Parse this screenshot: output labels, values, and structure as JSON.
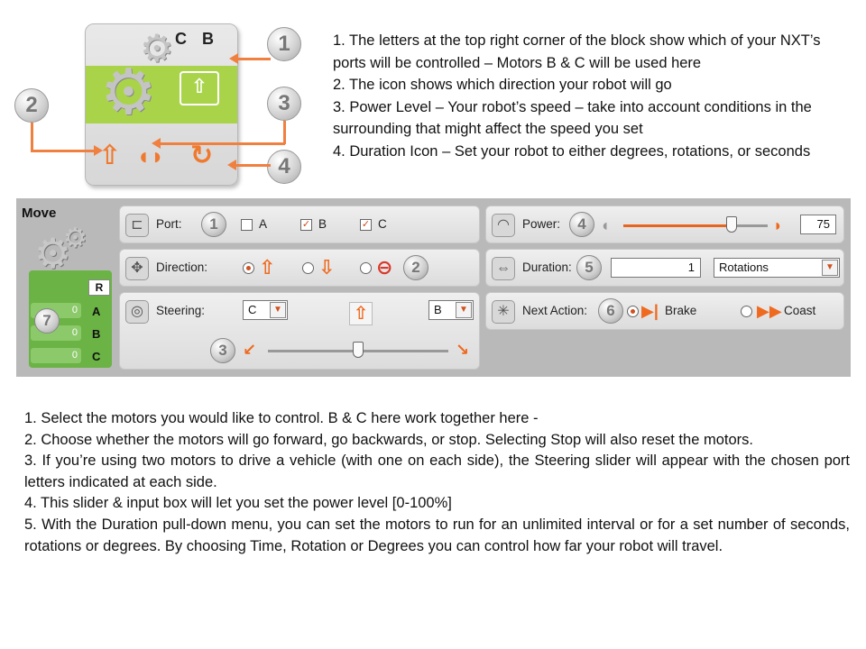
{
  "block": {
    "ports_letters": "C B",
    "callouts": [
      "1",
      "2",
      "3",
      "4"
    ]
  },
  "top_notes": [
    "1. The letters at the top right corner of the block show which of your NXT’s ports will be controlled – Motors B & C will be used here",
    "2. The icon shows which direction your robot will go",
    "3. Power Level – Your robot’s speed – take into account conditions in the surrounding that might affect the speed you set",
    "4. Duration Icon – Set your robot to either degrees, rotations, or seconds"
  ],
  "panel": {
    "title": "Move",
    "ports_label": "Port:",
    "port_options": [
      {
        "label": "A",
        "checked": false
      },
      {
        "label": "B",
        "checked": true
      },
      {
        "label": "C",
        "checked": true
      }
    ],
    "direction_label": "Direction:",
    "direction_selected": "forward",
    "steering_label": "Steering:",
    "steering_left": "C",
    "steering_right": "B",
    "steering_value": 0.5,
    "power_label": "Power:",
    "power_value": "75",
    "power_level": 0.75,
    "duration_label": "Duration:",
    "duration_value": "1",
    "duration_unit": "Rotations",
    "next_action_label": "Next Action:",
    "next_action_options": [
      "Brake",
      "Coast"
    ],
    "next_action_selected": "Brake",
    "feedback": {
      "reset_letter": "R",
      "rows": [
        {
          "value": "0",
          "letter": "A"
        },
        {
          "value": "0",
          "letter": "B"
        },
        {
          "value": "0",
          "letter": "C"
        }
      ]
    },
    "numbers": {
      "port": "1",
      "direction": "2",
      "steering": "3",
      "power": "4",
      "duration": "5",
      "next_action": "6",
      "feedback": "7"
    }
  },
  "bottom_notes": [
    "1. Select the motors you would like to control. B & C here work together here -",
    "2. Choose whether the motors will go forward, go backwards, or stop. Selecting Stop will also reset the motors.",
    "3. If you’re using two motors to drive a vehicle (with one on each side), the Steering slider will appear with the chosen port letters indicated at each side.",
    "4. This slider & input box will let you set the power level [0-100%]",
    "5. With the Duration pull-down menu, you can set the motors to run for an unlimited interval or for a set number of seconds, rotations or degrees. By choosing Time, Rotation or Degrees you can control how far your robot will travel."
  ],
  "colors": {
    "accent_orange": "#f08040",
    "block_green": "#a9d44a",
    "feedback_green": "#6ab344"
  }
}
